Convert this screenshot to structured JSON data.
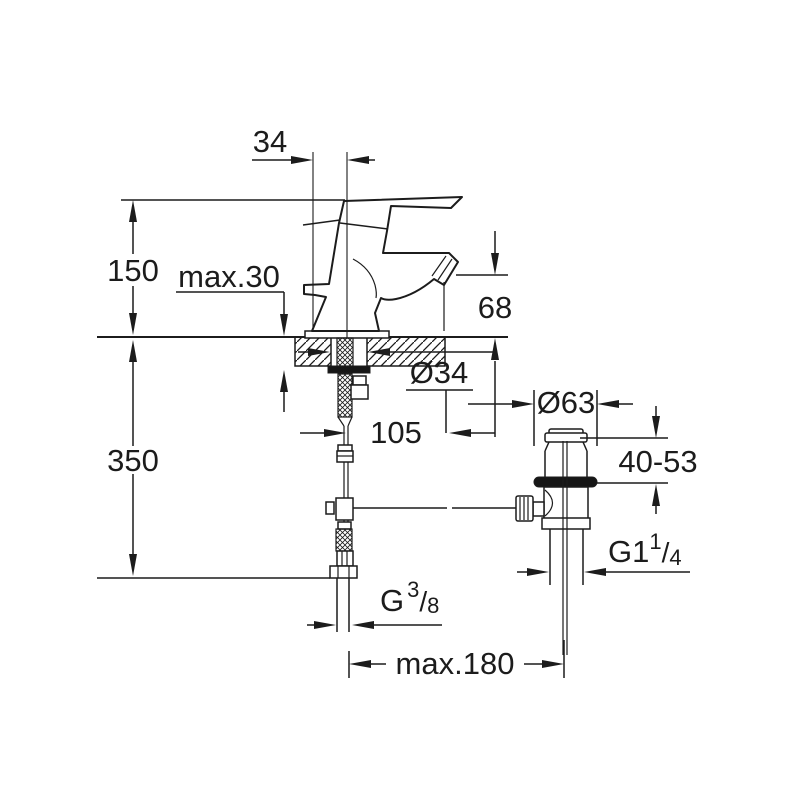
{
  "drawing": {
    "description": "Technical dimension drawing of a single-lever basin mixer with pop-up waste set",
    "line_color": "#1c1c1c",
    "background": "#ffffff",
    "labels": {
      "width_34": "34",
      "height_150": "150",
      "deck_max30": "max.30",
      "spout_68": "68",
      "hole_o34": "Ø34",
      "offset_105": "105",
      "flange_o63": "Ø63",
      "range_40_53": "40-53",
      "depth_350": "350",
      "reach_max180": "max.180",
      "waste_thread": {
        "base": "G1",
        "sup": "1",
        "slash": "/",
        "sub": "4"
      },
      "supply_thread": {
        "base": "G",
        "sup": "3",
        "slash": "/",
        "sub": "8"
      }
    }
  }
}
